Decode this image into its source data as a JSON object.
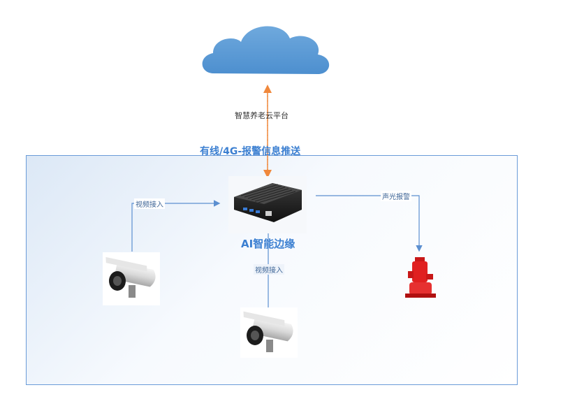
{
  "cloud": {
    "label": "智慧养老云平台",
    "icon": "cloud-icon",
    "color": "#5b9bd5"
  },
  "boundary": {
    "title": "有线/4G-报警信息推送"
  },
  "edge_device": {
    "label": "AI智能边缘",
    "icon": "edge-box-icon"
  },
  "links": {
    "left_video": "视频接入",
    "bottom_video": "视频接入",
    "alarm": "声光报警"
  },
  "devices": {
    "left_camera": {
      "icon": "bullet-camera-icon"
    },
    "bottom_camera": {
      "icon": "bullet-camera-icon"
    },
    "alarm": {
      "icon": "fire-pump-alarm-icon",
      "color": "#e02020"
    }
  },
  "colors": {
    "arrow_blue": "#5b8fd0",
    "uplink_orange": "#f0883c"
  }
}
